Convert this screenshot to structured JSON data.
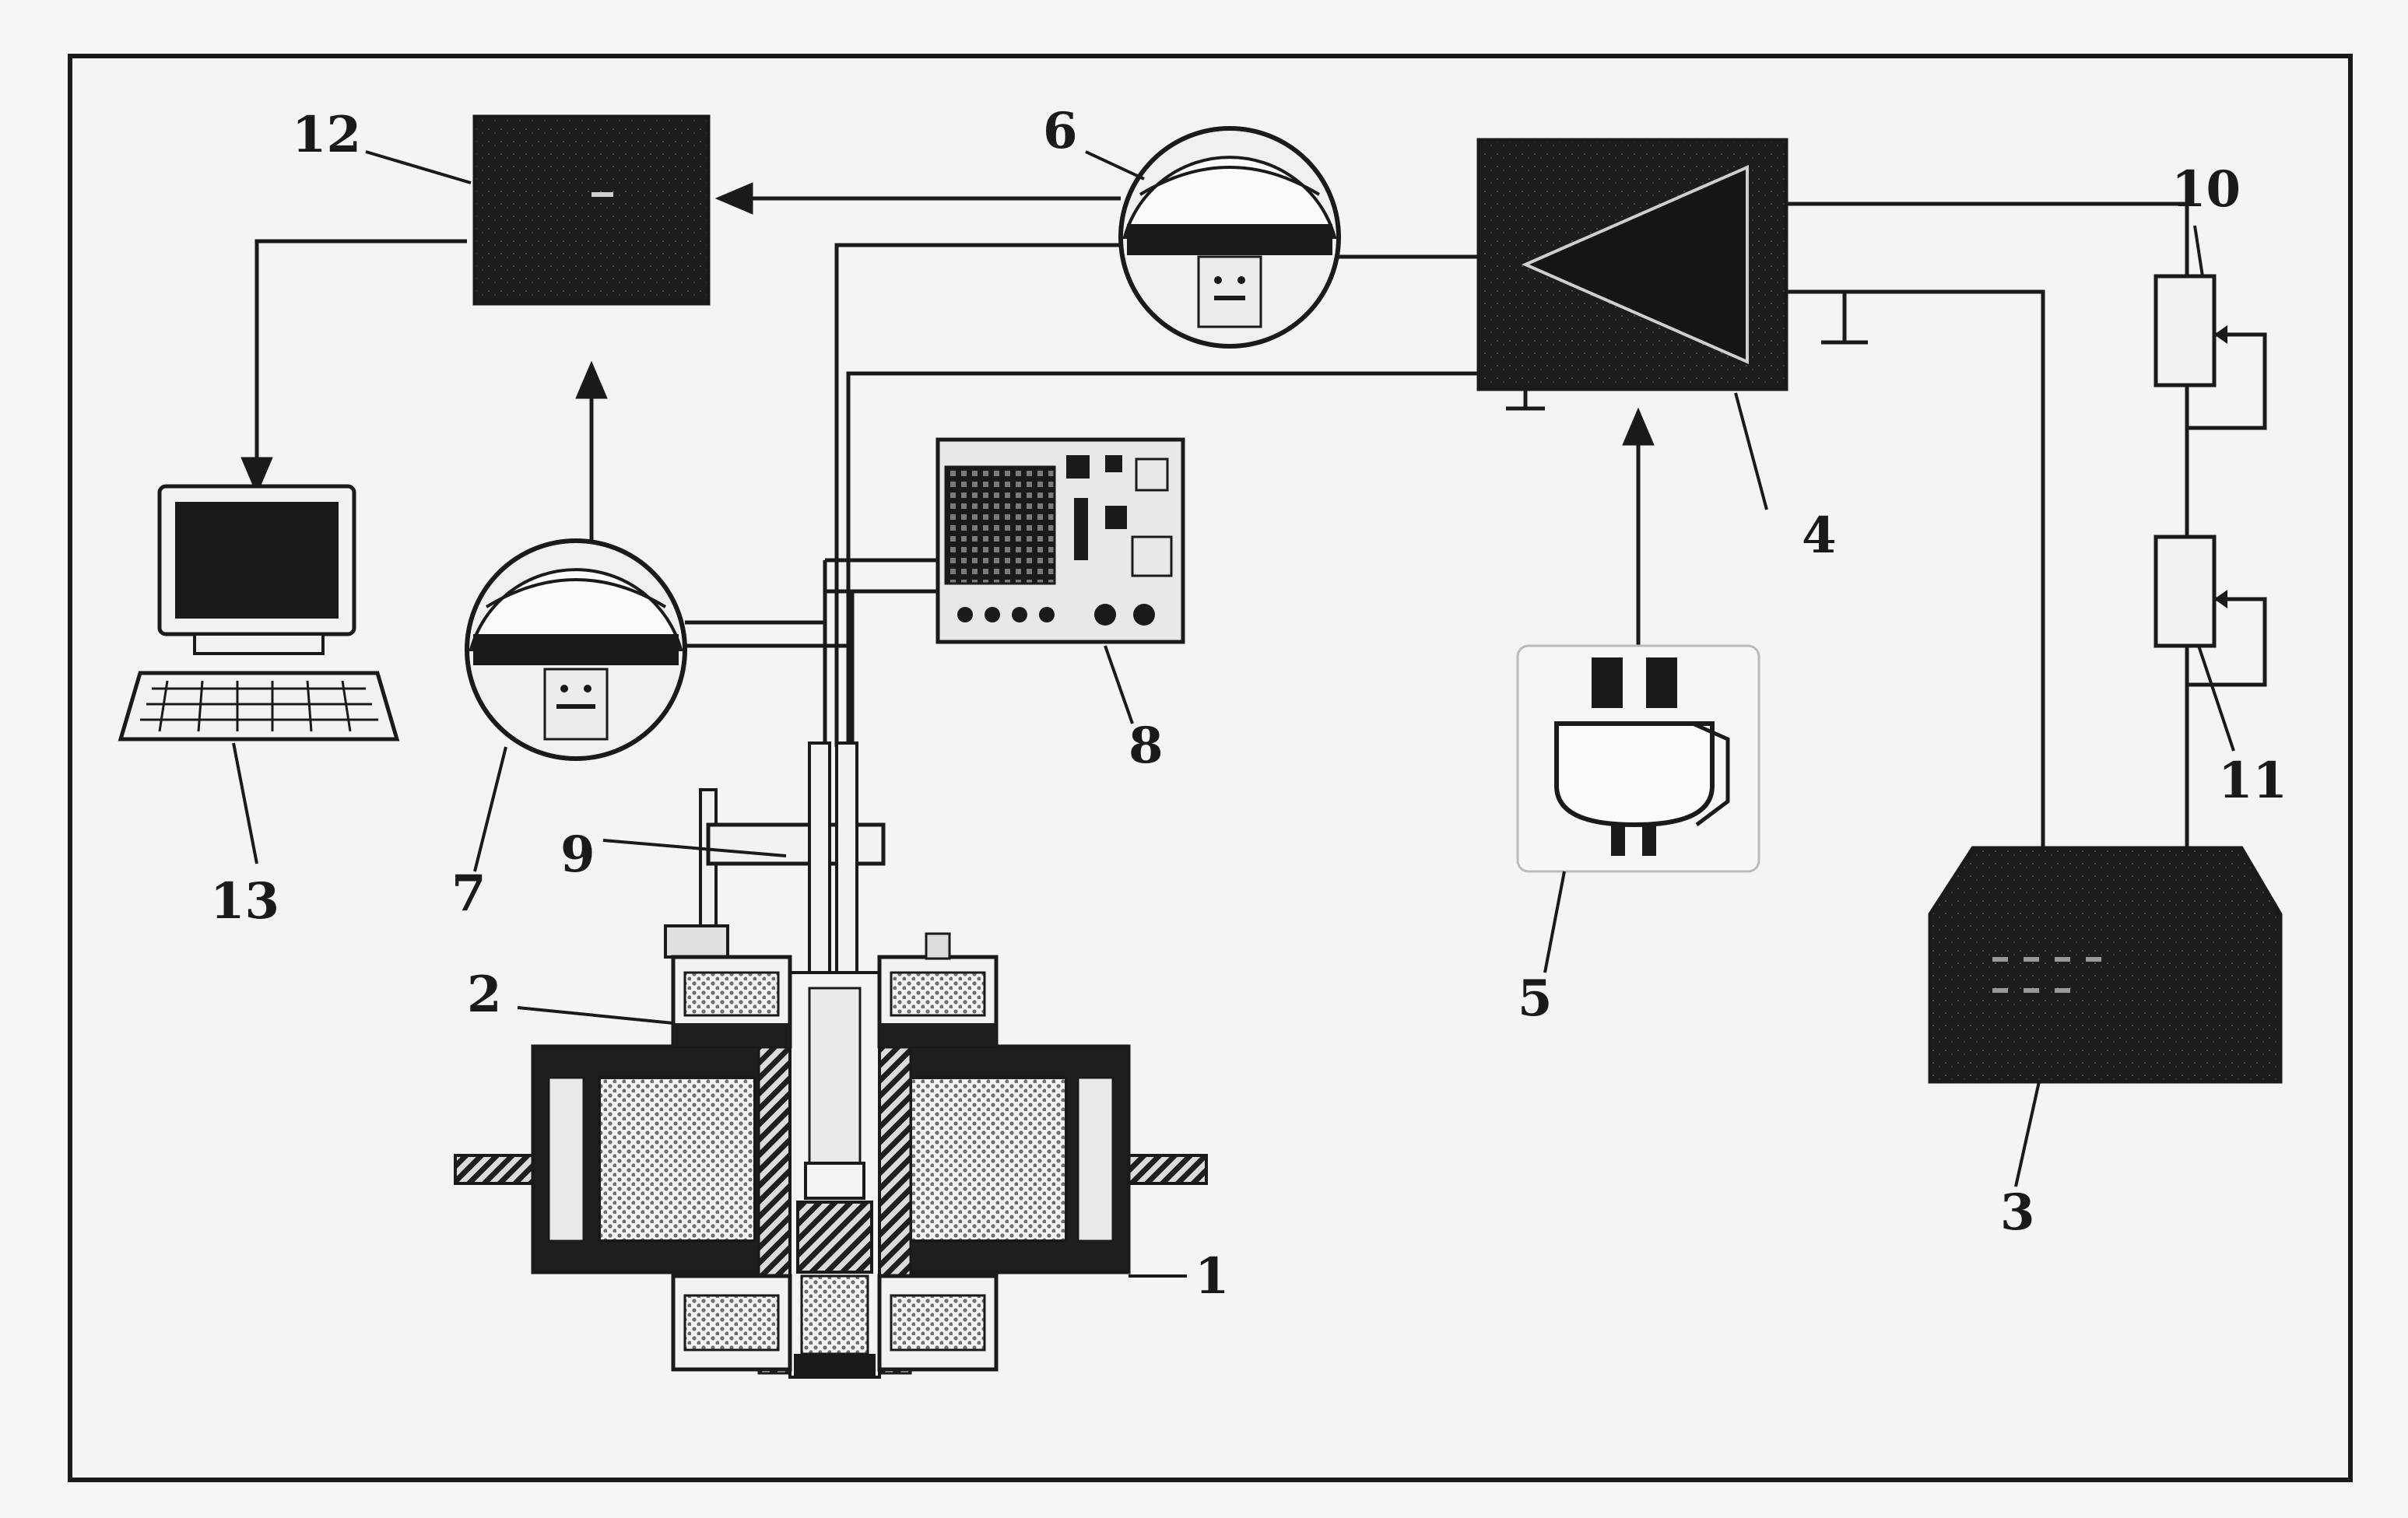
{
  "figure": {
    "labels": {
      "l1": "1",
      "l2": "2",
      "l3": "3",
      "l4": "4",
      "l5": "5",
      "l6": "6",
      "l7": "7",
      "l8": "8",
      "l9": "9",
      "l10": "10",
      "l11": "11",
      "l12": "12",
      "l13": "13"
    },
    "colors": {
      "ink": "#1a1a1a",
      "paper": "#f4f4f4",
      "hatch": "#2a2a2a",
      "dots": "#8a8a8a"
    }
  }
}
